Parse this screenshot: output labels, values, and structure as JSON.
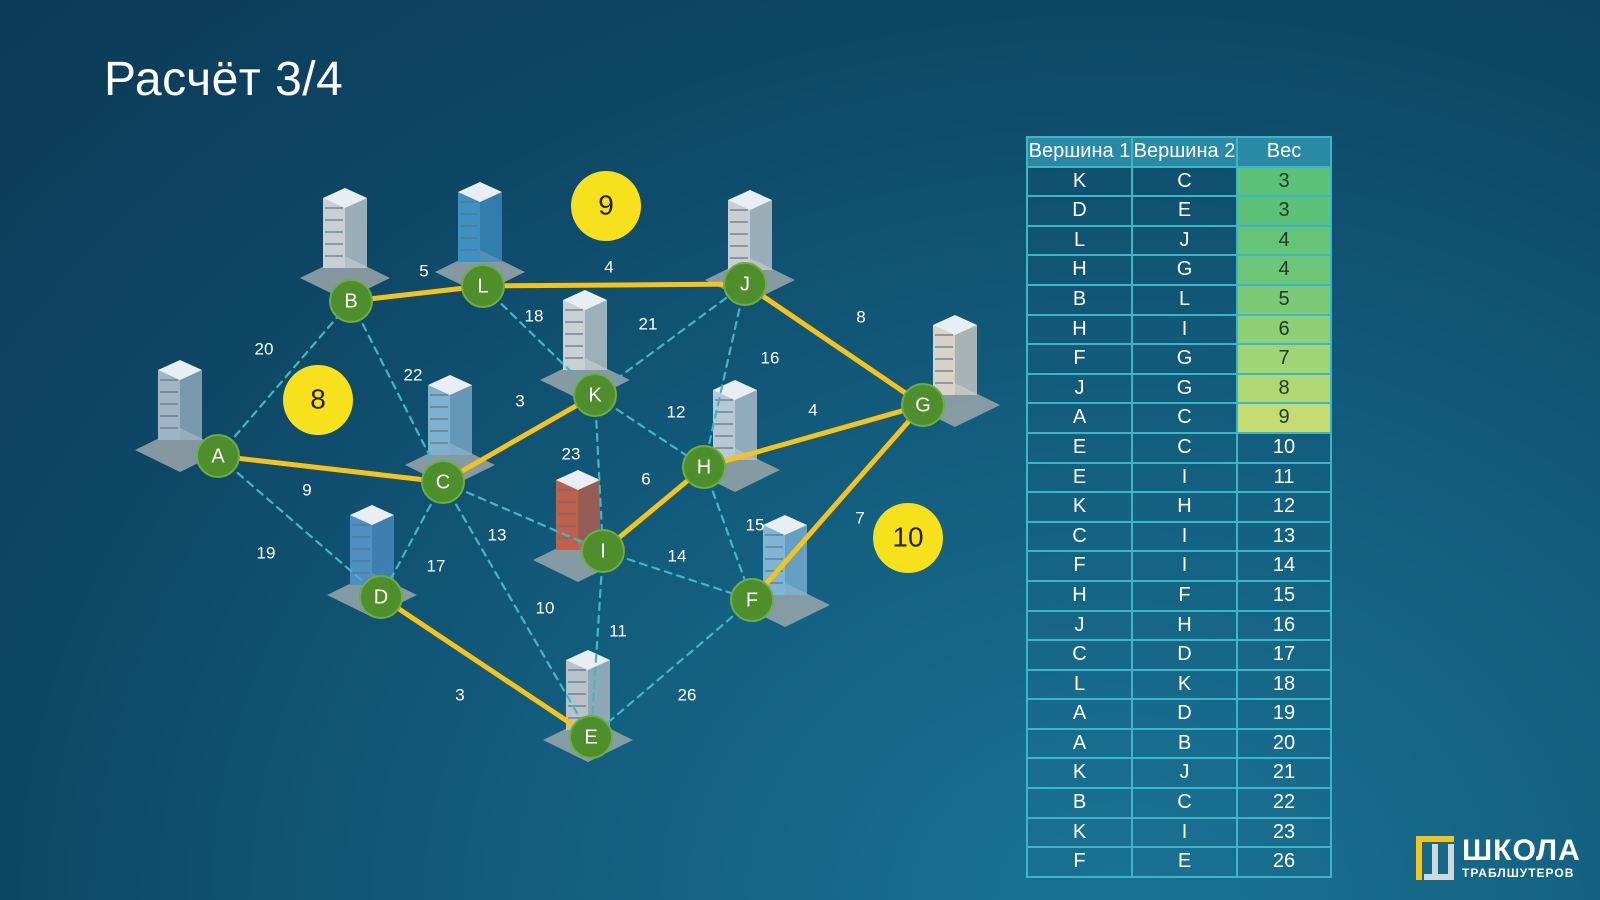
{
  "title": "Расчёт 3/4",
  "colors": {
    "mst_edge": "#f7c21a",
    "candidate_edge": "#3fb8c4",
    "node_fill": "#4e8f2c",
    "marker_fill": "#f7e11c"
  },
  "nodes": [
    "A",
    "B",
    "C",
    "D",
    "E",
    "F",
    "G",
    "H",
    "I",
    "J",
    "K",
    "L"
  ],
  "edges": [
    {
      "from": "B",
      "to": "L",
      "weight": "5",
      "status": "mst"
    },
    {
      "from": "L",
      "to": "J",
      "weight": "4",
      "status": "mst"
    },
    {
      "from": "J",
      "to": "G",
      "weight": "8",
      "status": "mst"
    },
    {
      "from": "H",
      "to": "G",
      "weight": "4",
      "status": "mst"
    },
    {
      "from": "F",
      "to": "G",
      "weight": "7",
      "status": "mst"
    },
    {
      "from": "A",
      "to": "C",
      "weight": "9",
      "status": "mst"
    },
    {
      "from": "C",
      "to": "K",
      "weight": "3",
      "status": "mst"
    },
    {
      "from": "H",
      "to": "I",
      "weight": "6",
      "status": "mst"
    },
    {
      "from": "D",
      "to": "E",
      "weight": "3",
      "status": "mst"
    },
    {
      "from": "A",
      "to": "B",
      "weight": "20",
      "status": "candidate"
    },
    {
      "from": "B",
      "to": "C",
      "weight": "22",
      "status": "candidate"
    },
    {
      "from": "L",
      "to": "K",
      "weight": "18",
      "status": "candidate"
    },
    {
      "from": "K",
      "to": "J",
      "weight": "21",
      "status": "candidate"
    },
    {
      "from": "J",
      "to": "H",
      "weight": "16",
      "status": "candidate"
    },
    {
      "from": "K",
      "to": "H",
      "weight": "12",
      "status": "candidate"
    },
    {
      "from": "K",
      "to": "I",
      "weight": "23",
      "status": "candidate"
    },
    {
      "from": "A",
      "to": "D",
      "weight": "19",
      "status": "candidate"
    },
    {
      "from": "C",
      "to": "D",
      "weight": "17",
      "status": "candidate"
    },
    {
      "from": "C",
      "to": "I",
      "weight": "13",
      "status": "candidate"
    },
    {
      "from": "C",
      "to": "E",
      "weight": "10",
      "status": "candidate"
    },
    {
      "from": "I",
      "to": "E",
      "weight": "11",
      "status": "candidate"
    },
    {
      "from": "I",
      "to": "F",
      "weight": "14",
      "status": "candidate"
    },
    {
      "from": "H",
      "to": "F",
      "weight": "15",
      "status": "candidate"
    },
    {
      "from": "F",
      "to": "E",
      "weight": "26",
      "status": "candidate"
    }
  ],
  "markers": [
    "9",
    "8",
    "10"
  ],
  "table": {
    "headers": [
      "Вершина 1",
      "Вершина 2",
      "Вес"
    ],
    "rows": [
      {
        "v1": "K",
        "v2": "C",
        "w": "3",
        "highlight": "#5cc27a"
      },
      {
        "v1": "D",
        "v2": "E",
        "w": "3",
        "highlight": "#5cc27a"
      },
      {
        "v1": "L",
        "v2": "J",
        "w": "4",
        "highlight": "#66c479"
      },
      {
        "v1": "H",
        "v2": "G",
        "w": "4",
        "highlight": "#6ec678"
      },
      {
        "v1": "B",
        "v2": "L",
        "w": "5",
        "highlight": "#7cca77"
      },
      {
        "v1": "H",
        "v2": "I",
        "w": "6",
        "highlight": "#8ecf76"
      },
      {
        "v1": "F",
        "v2": "G",
        "w": "7",
        "highlight": "#a0d474"
      },
      {
        "v1": "J",
        "v2": "G",
        "w": "8",
        "highlight": "#b0d872"
      },
      {
        "v1": "A",
        "v2": "C",
        "w": "9",
        "highlight": "#c4dc72"
      },
      {
        "v1": "E",
        "v2": "C",
        "w": "10",
        "highlight": ""
      },
      {
        "v1": "E",
        "v2": "I",
        "w": "11",
        "highlight": ""
      },
      {
        "v1": "K",
        "v2": "H",
        "w": "12",
        "highlight": ""
      },
      {
        "v1": "C",
        "v2": "I",
        "w": "13",
        "highlight": ""
      },
      {
        "v1": "F",
        "v2": "I",
        "w": "14",
        "highlight": ""
      },
      {
        "v1": "H",
        "v2": "F",
        "w": "15",
        "highlight": ""
      },
      {
        "v1": "J",
        "v2": "H",
        "w": "16",
        "highlight": ""
      },
      {
        "v1": "C",
        "v2": "D",
        "w": "17",
        "highlight": ""
      },
      {
        "v1": "L",
        "v2": "K",
        "w": "18",
        "highlight": ""
      },
      {
        "v1": "A",
        "v2": "D",
        "w": "19",
        "highlight": ""
      },
      {
        "v1": "A",
        "v2": "B",
        "w": "20",
        "highlight": ""
      },
      {
        "v1": "K",
        "v2": "J",
        "w": "21",
        "highlight": ""
      },
      {
        "v1": "B",
        "v2": "C",
        "w": "22",
        "highlight": ""
      },
      {
        "v1": "K",
        "v2": "I",
        "w": "23",
        "highlight": ""
      },
      {
        "v1": "F",
        "v2": "E",
        "w": "26",
        "highlight": ""
      }
    ]
  },
  "logo": {
    "name": "ШКОЛА",
    "subtitle": "ТРАБЛШУТЕРОВ"
  }
}
